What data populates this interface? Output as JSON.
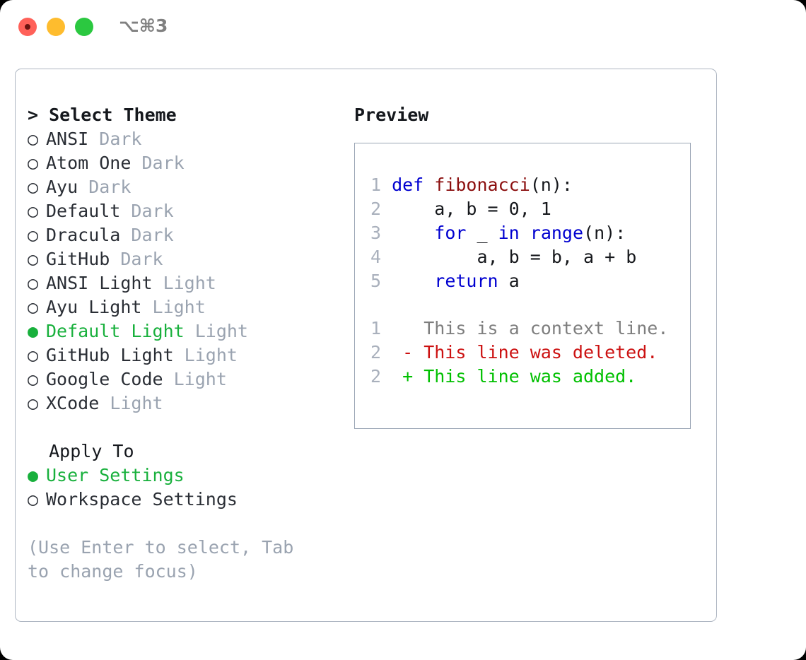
{
  "window": {
    "shortcut": "⌥⌘3",
    "traffic_lights": [
      {
        "name": "close",
        "color": "#ff6159"
      },
      {
        "name": "minimize",
        "color": "#febc2e"
      },
      {
        "name": "maximize",
        "color": "#2bc840"
      }
    ]
  },
  "theme_picker": {
    "header_prefix": "> ",
    "header": "Select Theme",
    "marker_selected": "●",
    "marker_unselected": "○",
    "options": [
      {
        "name": "ANSI",
        "suffix": "Dark",
        "selected": false
      },
      {
        "name": "Atom One",
        "suffix": "Dark",
        "selected": false
      },
      {
        "name": "Ayu",
        "suffix": "Dark",
        "selected": false
      },
      {
        "name": "Default",
        "suffix": "Dark",
        "selected": false
      },
      {
        "name": "Dracula",
        "suffix": "Dark",
        "selected": false
      },
      {
        "name": "GitHub",
        "suffix": "Dark",
        "selected": false
      },
      {
        "name": "ANSI Light",
        "suffix": "Light",
        "selected": false
      },
      {
        "name": "Ayu Light",
        "suffix": "Light",
        "selected": false
      },
      {
        "name": "Default Light",
        "suffix": "Light",
        "selected": true
      },
      {
        "name": "GitHub Light",
        "suffix": "Light",
        "selected": false
      },
      {
        "name": "Google Code",
        "suffix": "Light",
        "selected": false
      },
      {
        "name": "XCode",
        "suffix": "Light",
        "selected": false
      }
    ]
  },
  "apply_to": {
    "header": "Apply To",
    "options": [
      {
        "name": "User Settings",
        "selected": true
      },
      {
        "name": "Workspace Settings",
        "selected": false
      }
    ]
  },
  "hint": "(Use Enter to select, Tab to change focus)",
  "preview": {
    "title": "Preview",
    "code_lines": [
      {
        "n": "1",
        "tokens": [
          {
            "t": "def ",
            "k": "kw"
          },
          {
            "t": "fibonacci",
            "k": "fn"
          },
          {
            "t": "(n):",
            "k": "pl"
          }
        ]
      },
      {
        "n": "2",
        "tokens": [
          {
            "t": "    a, b = 0, 1",
            "k": "pl"
          }
        ]
      },
      {
        "n": "3",
        "tokens": [
          {
            "t": "    ",
            "k": "pl"
          },
          {
            "t": "for",
            "k": "kw"
          },
          {
            "t": " _ ",
            "k": "pl"
          },
          {
            "t": "in",
            "k": "kw"
          },
          {
            "t": " ",
            "k": "pl"
          },
          {
            "t": "range",
            "k": "kw"
          },
          {
            "t": "(n):",
            "k": "pl"
          }
        ]
      },
      {
        "n": "4",
        "tokens": [
          {
            "t": "        a, b = b, a + b",
            "k": "pl"
          }
        ]
      },
      {
        "n": "5",
        "tokens": [
          {
            "t": "    ",
            "k": "pl"
          },
          {
            "t": "return",
            "k": "kw"
          },
          {
            "t": " a",
            "k": "pl"
          }
        ]
      }
    ],
    "diff_lines": [
      {
        "n": "1",
        "sign": " ",
        "text": "This is a context line.",
        "kind": "ctx"
      },
      {
        "n": "2",
        "sign": "-",
        "text": "This line was deleted.",
        "kind": "del"
      },
      {
        "n": "2",
        "sign": "+",
        "text": "This line was added.",
        "kind": "add"
      }
    ]
  },
  "colors": {
    "accent_green": "#18b03c",
    "muted": "#9aa3b0",
    "keyword_blue": "#0000d0",
    "function_red": "#8b0f0f",
    "diff_delete": "#cc1111",
    "diff_add": "#00c000",
    "border": "#aeb6c2"
  }
}
